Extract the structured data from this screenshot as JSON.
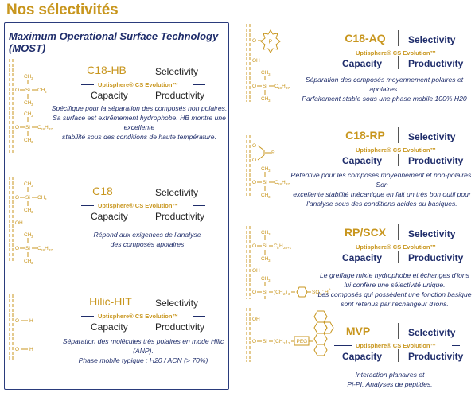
{
  "page_title": "Nos sélectivités",
  "most": {
    "title_line1": "Maximum Operational Surface Technology",
    "title_line2": "(MOST)"
  },
  "brand": "Uptisphere® CS Evolution™",
  "labels": {
    "selectivity": "Selectivity",
    "capacity": "Capacity",
    "productivity": "Productivity"
  },
  "cards": {
    "c18hb": {
      "title": "C18-HB",
      "desc": [
        "Spécifique pour la séparation des composés non polaires.",
        "Sa surface est extrêmement hydrophobe. HB montre une excellente",
        "stabilité sous des conditions de haute température."
      ]
    },
    "c18": {
      "title": "C18",
      "desc": [
        "Répond aux exigences de l'analyse",
        "des composés apolaires"
      ]
    },
    "hilic": {
      "title": "Hilic-HIT",
      "desc": [
        "Séparation des molécules très polaires en mode Hilic (ANP).",
        "Phase mobile typique : H20 / ACN (> 70%)"
      ]
    },
    "c18aq": {
      "title": "C18-AQ",
      "desc": [
        "Séparation des composés moyennement polaires et apolaires.",
        "Parfaitement stable sous une phase mobile 100% H20"
      ]
    },
    "c18rp": {
      "title": "C18-RP",
      "desc": [
        "Rétentive pour les composés moyennement et non-polaires. Son",
        "excellente stabilité mécanique en fait un très bon outil pour",
        "l'analyse sous des conditions acides ou basiques."
      ]
    },
    "rpscx": {
      "title": "RP/SCX",
      "desc": [
        "Le greffage mixte hydrophobe et échanges d'ions",
        "lui confère  une sélectivité unique.",
        "Les composés qui possèdent une fonction basique",
        "sont  retenus par l'échangeur d'ions."
      ]
    },
    "mvp": {
      "title": "MVP",
      "desc": [
        "Interaction planaires et",
        "Pi-PI. Analyses de peptides."
      ]
    }
  },
  "chem": {
    "o": "O",
    "si": "Si",
    "ch3": "CH",
    "sub3": "3",
    "c18h37": "C",
    "c18sub": "18",
    "h37": "H",
    "h37sub": "37",
    "oh": "OH",
    "h": "H",
    "p": "P",
    "r": "R",
    "ch2": "(CH",
    "peg": "PEG",
    "so3": "SO",
    "cnh": "C",
    "n": "n"
  },
  "colors": {
    "gold": "#c8961e",
    "navy": "#1f2d6b"
  }
}
